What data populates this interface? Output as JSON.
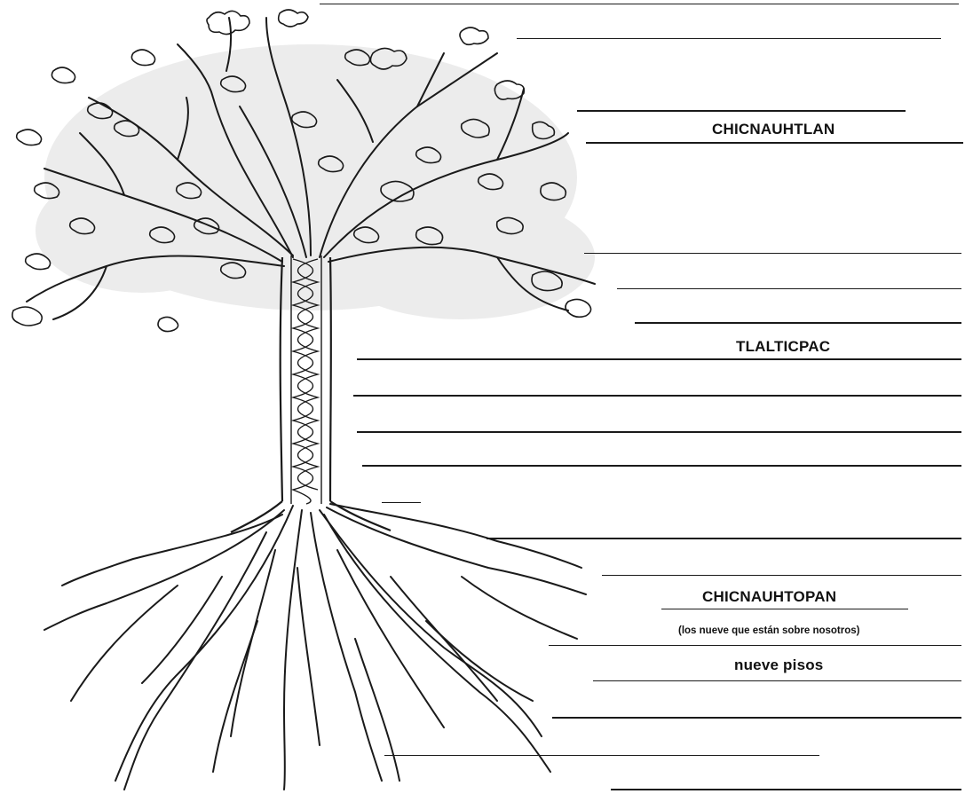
{
  "labels": {
    "upper_world": "CHICNAUHTLAN",
    "earth_level": "TLALTICPAC",
    "lower_world": "CHICNAUHTOPAN",
    "lower_world_note": "(los nueve que están sobre nosotros)",
    "floors_note": "nueve pisos"
  },
  "colors": {
    "line": "#1a1a1a",
    "canopy_shade": "#ececec",
    "background": "#ffffff"
  },
  "icons": {
    "tree": "tree-illustration",
    "trunk_spiral": "spiral-band",
    "roots": "root-system"
  }
}
